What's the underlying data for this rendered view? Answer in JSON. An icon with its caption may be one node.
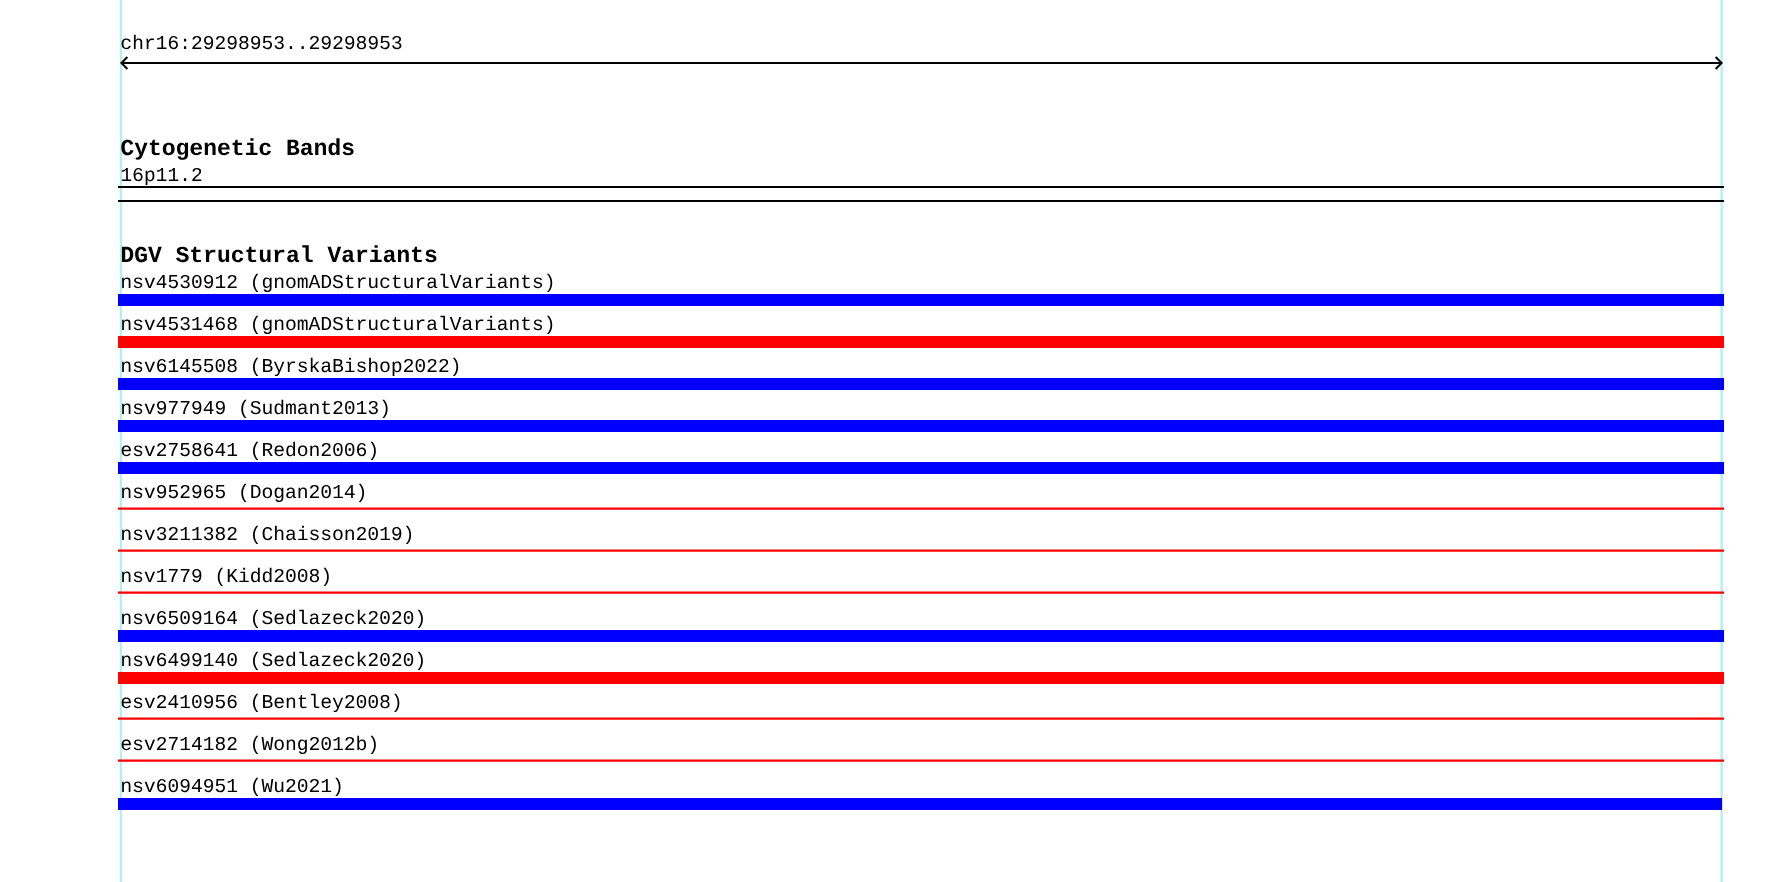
{
  "diagram": {
    "labels": [
      "chr16:29298953..29298953",
      "Cytogenetic Bands",
      "16p11.2",
      "DGV Structural Variants",
      "nsv4530912 (gnomADStructuralVariants)",
      "nsv4531468 (gnomADStructuralVariants)",
      "nsv6145508 (ByrskaBishop2022)",
      "nsv977949 (Sudmant2013)",
      "esv2758641 (Redon2006)",
      "nsv952965 (Dogan2014)",
      "nsv3211382 (Chaisson2019)",
      "nsv1779 (Kidd2008)",
      "nsv6509164 (Sedlazeck2020)",
      "nsv6499140 (Sedlazeck2020)",
      "esv2410956 (Bentley2008)",
      "esv2714182 (Wong2012b)",
      "nsv6094951 (Wu2021)"
    ]
  }
}
